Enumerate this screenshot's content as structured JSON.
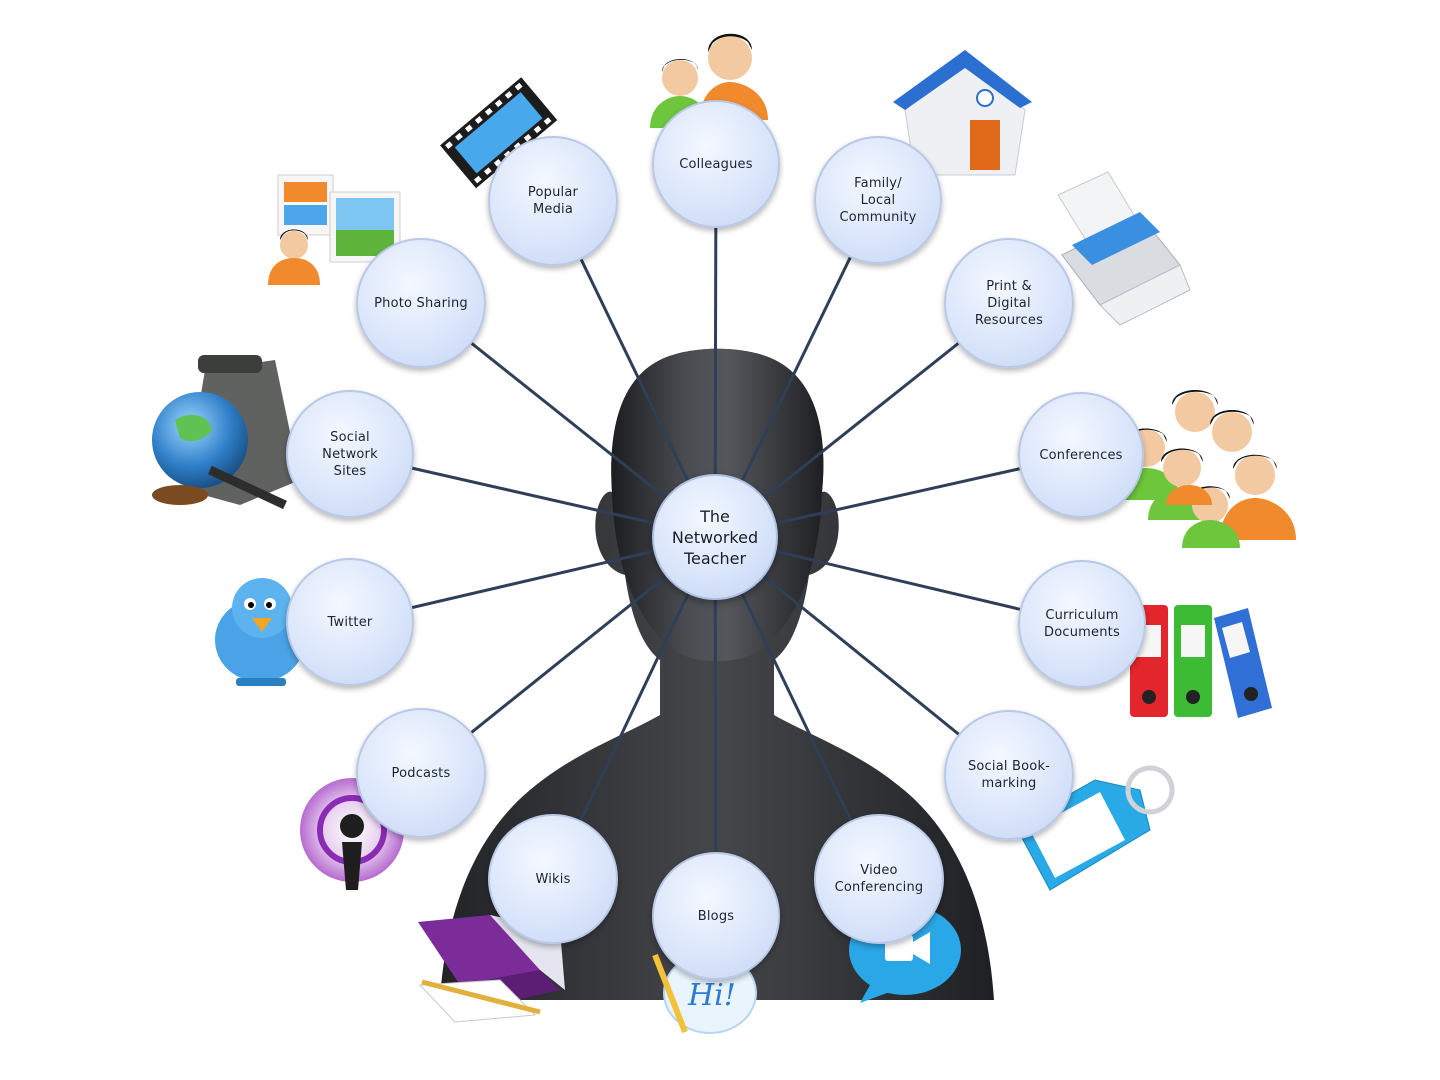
{
  "diagram": {
    "center": {
      "label": "The\nNetworked\nTeacher"
    },
    "nodes": [
      {
        "id": "colleagues",
        "label": "Colleagues",
        "icon": "colleagues-people-icon"
      },
      {
        "id": "family-local-community",
        "label": "Family/\nLocal\nCommunity",
        "icon": "house-icon"
      },
      {
        "id": "print-digital-resources",
        "label": "Print &\nDigital\nResources",
        "icon": "printer-icon"
      },
      {
        "id": "conferences",
        "label": "Conferences",
        "icon": "crowd-people-icon"
      },
      {
        "id": "curriculum-documents",
        "label": "Curriculum\nDocuments",
        "icon": "binders-icon"
      },
      {
        "id": "social-bookmarking",
        "label": "Social Book-\nmarking",
        "icon": "tag-icon"
      },
      {
        "id": "video-conferencing",
        "label": "Video\nConferencing",
        "icon": "video-camera-bubble-icon"
      },
      {
        "id": "blogs",
        "label": "Blogs",
        "icon": "hi-bubble-pencil-icon"
      },
      {
        "id": "wikis",
        "label": "Wikis",
        "icon": "notepad-box-icon"
      },
      {
        "id": "podcasts",
        "label": "Podcasts",
        "icon": "podcast-icon"
      },
      {
        "id": "twitter",
        "label": "Twitter",
        "icon": "twitter-bird-icon"
      },
      {
        "id": "social-network-sites",
        "label": "Social\nNetwork\nSites",
        "icon": "globe-backpack-icon"
      },
      {
        "id": "photo-sharing",
        "label": "Photo Sharing",
        "icon": "photos-icon"
      },
      {
        "id": "popular-media",
        "label": "Popular\nMedia",
        "icon": "film-strip-icon"
      }
    ],
    "colors": {
      "node_fill": "#dbe6fb",
      "node_border": "#b9c8e6",
      "connector": "#2e3f57",
      "head_silhouette": "#3a3c40"
    }
  }
}
